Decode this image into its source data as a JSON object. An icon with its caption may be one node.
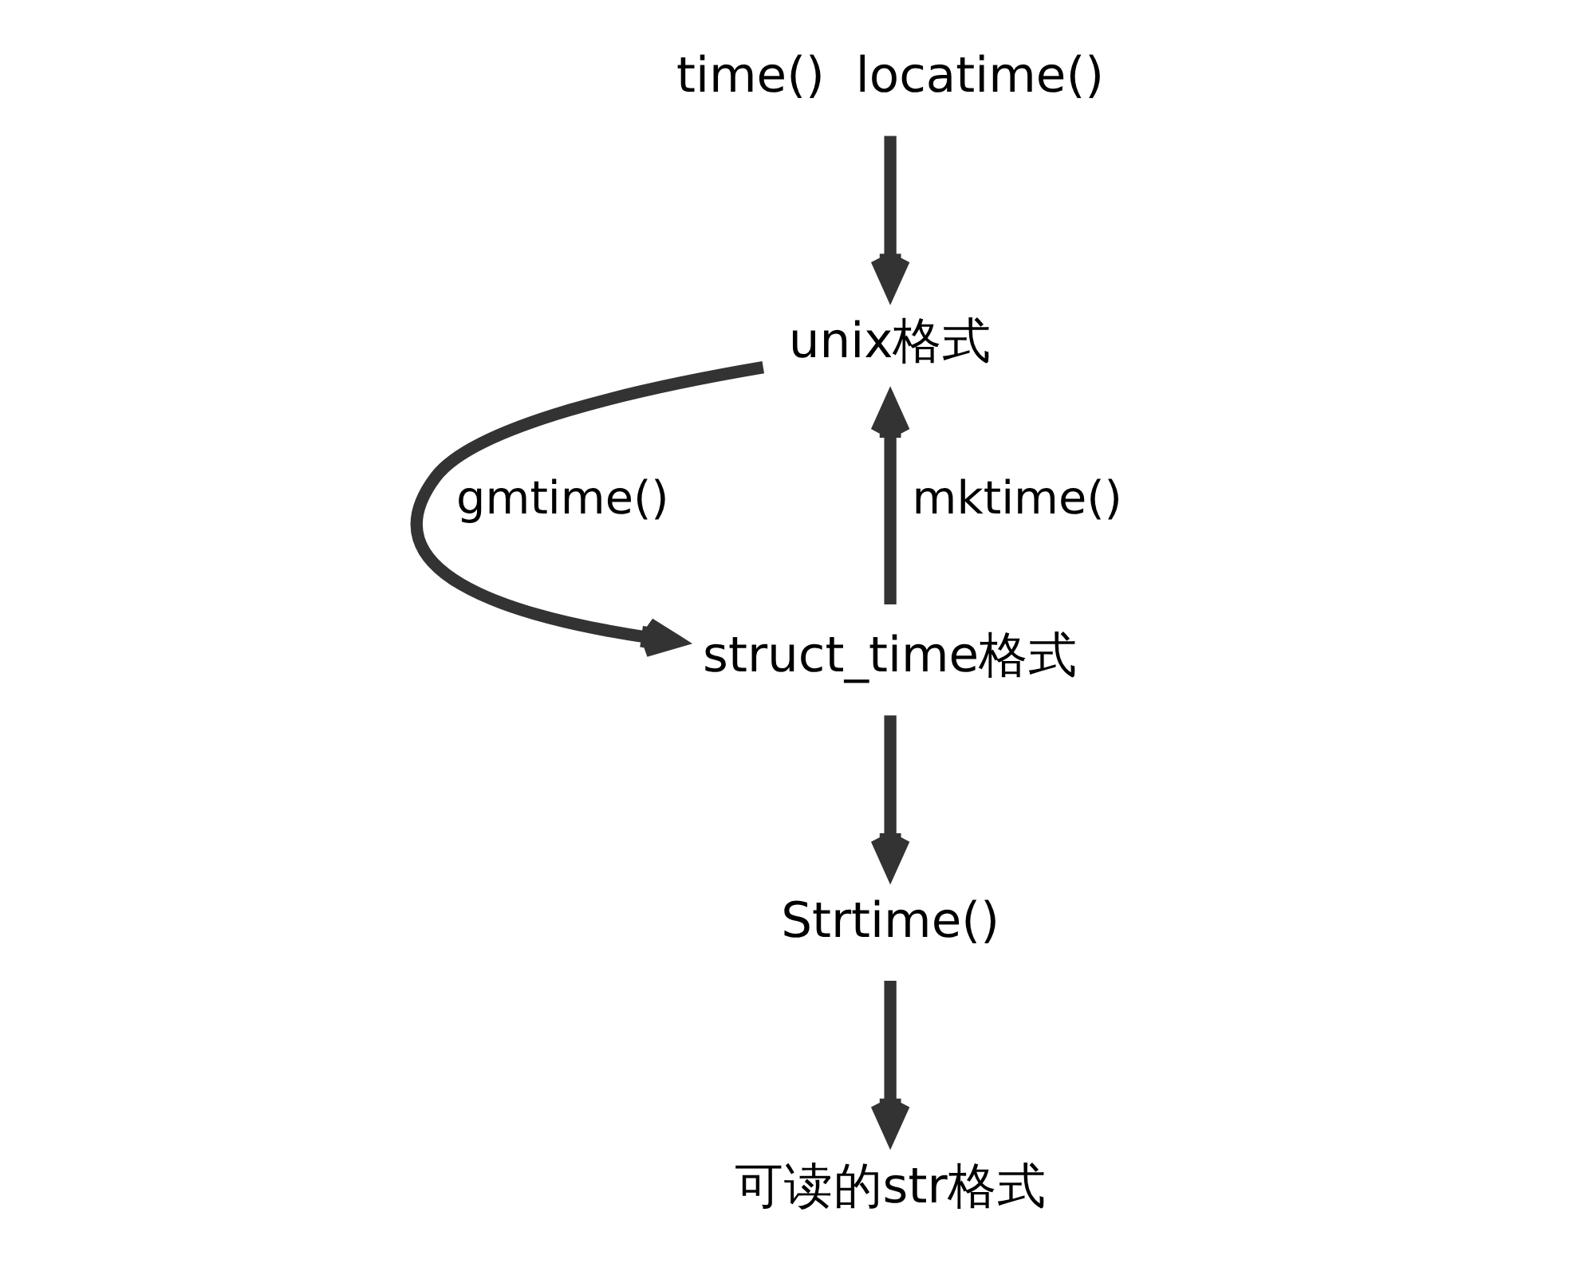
{
  "diagram": {
    "nodes": [
      {
        "text": [
          "time()  locatime()"
        ]
      },
      {
        "text": [
          "unix格式"
        ]
      },
      {
        "text": [
          "struct_time格式"
        ]
      },
      {
        "text": [
          "Strtime()"
        ]
      },
      {
        "text": [
          "可读的str格式"
        ]
      }
    ],
    "edges": [
      {
        "from": 0,
        "to": 1,
        "arrow": "to"
      },
      {
        "from": 1,
        "to": 2,
        "arrow": "to",
        "label": "gmtime()"
      },
      {
        "from": 2,
        "to": 1,
        "arrow": "to",
        "label": "mktime()"
      },
      {
        "from": 2,
        "to": 3,
        "arrow": "to"
      },
      {
        "from": 3,
        "to": 4,
        "arrow": "to"
      }
    ]
  }
}
